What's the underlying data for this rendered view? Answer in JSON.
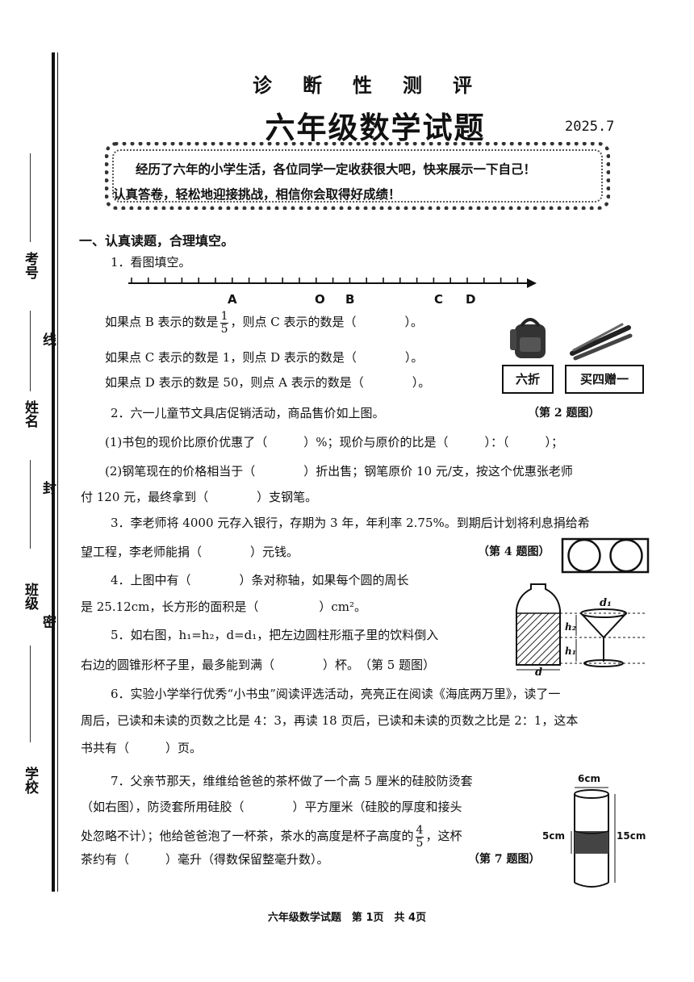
{
  "side": {
    "kaohao": "考号",
    "xian": "线",
    "xingming": "姓名",
    "feng": "封",
    "banji": "班级",
    "mi": "密",
    "xuexiao": "学校"
  },
  "header": {
    "subtitle": "诊断性测评",
    "title": "六年级数学试题",
    "date": "2025.7"
  },
  "banner": {
    "line1": "经历了六年的小学生活，各位同学一定收获很大吧，快来展示一下自己！",
    "line2": "认真答卷，轻松地迎接挑战，相信你会取得好成绩！"
  },
  "section1": {
    "title": "一、认真读题，合理填空。"
  },
  "q1": {
    "intro": "1．看图填空。",
    "number_line_labels": [
      "A",
      "O",
      "B",
      "C",
      "D"
    ],
    "l1a": "如果点 B 表示的数是",
    "l1_frac_num": "1",
    "l1_frac_den": "5",
    "l1b": "，则点 C 表示的数是（　　　　）。",
    "l2": "如果点 C 表示的数是 1，则点 D 表示的数是（　　　　）。",
    "l3": "如果点 D 表示的数是 50，则点 A 表示的数是（　　　　）。"
  },
  "q2": {
    "tag1": "六折",
    "tag2": "买四赠一",
    "figure_label": "（第 2 题图）",
    "intro": "2．六一儿童节文具店促销活动，商品售价如上图。",
    "p1": "(1)书包的现价比原价优惠了（　　　）%；现价与原价的比是（　　　）：（　　　）；",
    "p2": "(2)钢笔现在的价格相当于（　　　　）折出售；钢笔原价 10 元/支，按这个优惠张老师",
    "p3": "付 120 元，最终拿到（　　　　）支钢笔。"
  },
  "q3": {
    "l1": "3．李老师将 4000 元存入银行，存期为 3 年，年利率 2.75%。到期后计划将利息捐给希",
    "l2": "望工程，李老师能捐（　　　　）元钱。",
    "fig4_label": "（第 4 题图）"
  },
  "q4": {
    "l1": "4．上图中有（　　　　）条对称轴，如果每个圆的周长",
    "l2": "是 25.12cm，长方形的面积是（　　　　　）cm²。"
  },
  "q5": {
    "l1": "5．如右图，h₁=h₂，d=d₁，把左边圆柱形瓶子里的饮料倒入",
    "l2": "右边的圆锥形杯子里，最多能到满（　　　　）杯。　（第 5 题图）",
    "fig_d": "d",
    "fig_d1": "d₁",
    "fig_h1": "h₁",
    "fig_h2": "h₂"
  },
  "q6": {
    "l1": "6．实验小学举行优秀“小书虫”阅读评选活动，亮亮正在阅读《海底两万里》，读了一",
    "l2": "周后，已读和未读的页数之比是 4：3，再读 18 页后，已读和未读的页数之比是 2：1，这本",
    "l3": "书共有（　　　）页。"
  },
  "q7": {
    "l1": "7．父亲节那天，维维给爸爸的茶杯做了一个高 5 厘米的硅胶防烫套",
    "l2": "（如右图），防烫套所用硅胶（　　　　）平方厘米（硅胶的厚度和接头",
    "l3a": "处忽略不计）；他给爸爸泡了一杯茶，茶水的高度是杯子高度的",
    "l3_frac_num": "4",
    "l3_frac_den": "5",
    "l3b": "，这杯",
    "l4": "茶约有（　　　）毫升（得数保留整毫升数）。",
    "fig_label": "（第 7 题图）",
    "fig_top": "6cm",
    "fig_left": "5cm",
    "fig_right": "15cm"
  },
  "footer": {
    "text": "六年级数学试题　第 1页　共 4页"
  }
}
